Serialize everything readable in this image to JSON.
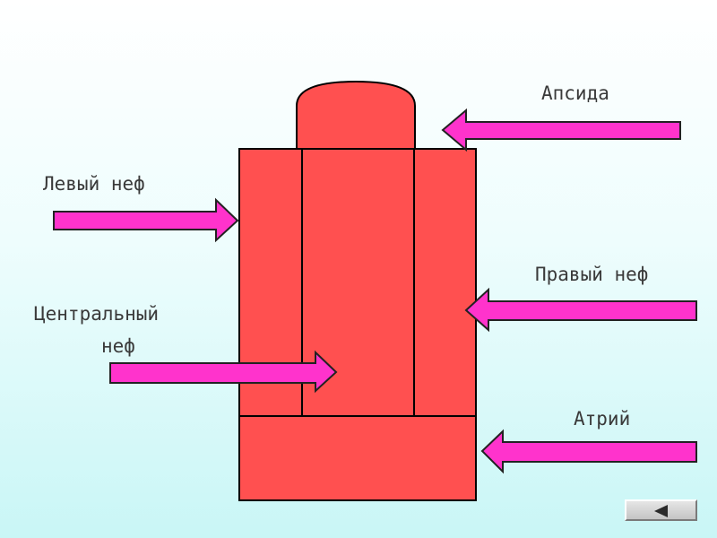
{
  "labels": {
    "apse": "Апсида",
    "left_nave": "Левый неф",
    "right_nave": "Правый неф",
    "central_nave_line1": "Центральный",
    "central_nave_line2": "неф",
    "atrium": "Атрий"
  },
  "navigation": {
    "back_icon": "triangle-left-icon"
  },
  "colors": {
    "building_fill": "#ff5050",
    "arrow_fill": "#ff33cc",
    "outline": "#000000"
  }
}
